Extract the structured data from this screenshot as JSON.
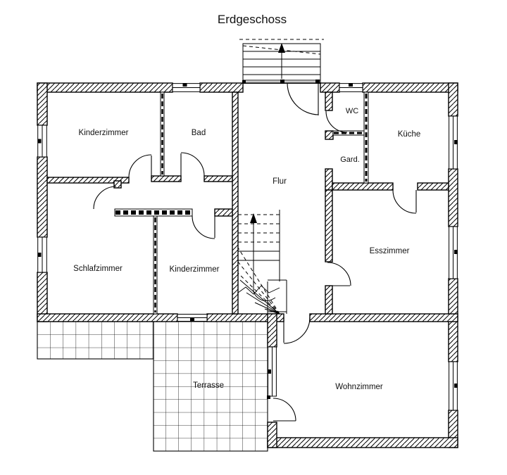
{
  "title": "Erdgeschoss",
  "colors": {
    "ink": "#000000",
    "paper": "#ffffff"
  },
  "rooms": [
    {
      "id": "kinderzimmer-1",
      "label": "Kinderzimmer"
    },
    {
      "id": "bad",
      "label": "Bad"
    },
    {
      "id": "wc",
      "label": "WC"
    },
    {
      "id": "kueche",
      "label": "Küche"
    },
    {
      "id": "garderobe",
      "label": "Gard."
    },
    {
      "id": "flur",
      "label": "Flur"
    },
    {
      "id": "esszimmer",
      "label": "Esszimmer"
    },
    {
      "id": "schlafzimmer",
      "label": "Schlafzimmer"
    },
    {
      "id": "kinderzimmer-2",
      "label": "Kinderzimmer"
    },
    {
      "id": "terrasse",
      "label": "Terrasse"
    },
    {
      "id": "wohnzimmer",
      "label": "Wohnzimmer"
    }
  ]
}
